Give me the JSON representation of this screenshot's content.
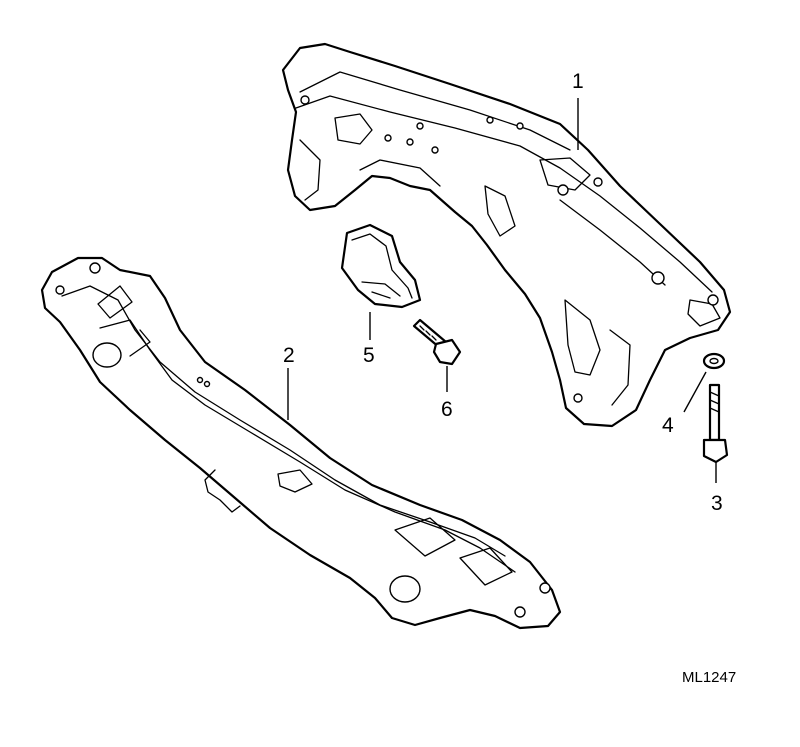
{
  "diagram": {
    "reference_code": "ML1247",
    "callouts": [
      {
        "id": "1",
        "label": "1"
      },
      {
        "id": "2",
        "label": "2"
      },
      {
        "id": "3",
        "label": "3"
      },
      {
        "id": "4",
        "label": "4"
      },
      {
        "id": "5",
        "label": "5"
      },
      {
        "id": "6",
        "label": "6"
      }
    ]
  }
}
